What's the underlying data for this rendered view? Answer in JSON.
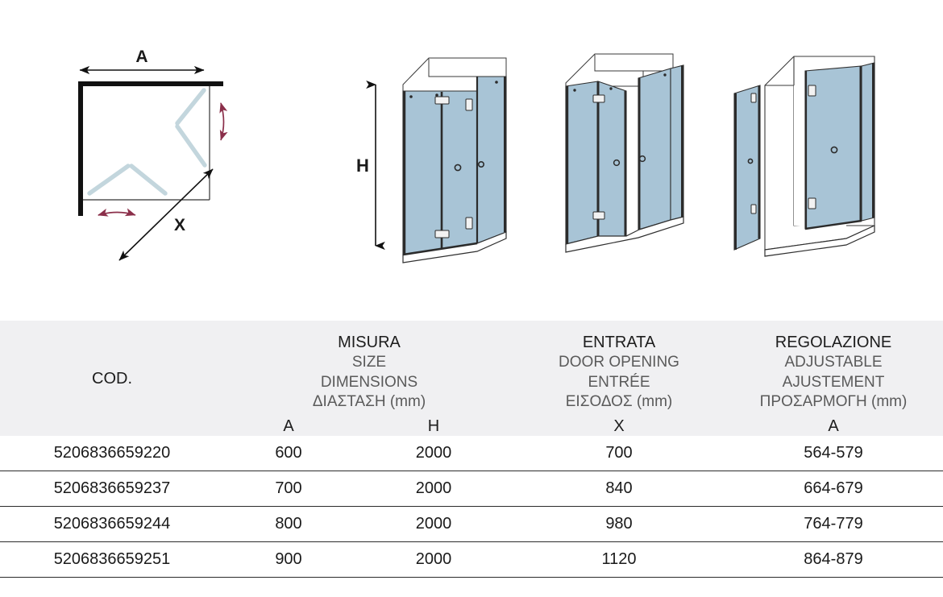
{
  "diagram": {
    "plan_view": {
      "name": "top-plan-view",
      "width_label": "A",
      "depth_label": "X",
      "wall_color": "#111111",
      "glass_color": "#c3d6dd",
      "swing_arrow_color": "#8b2f4a"
    },
    "iso_views": [
      {
        "name": "enclosure-doors-closed",
        "height_label": "H",
        "glass_color": "#a8c4d6",
        "frame_color": "#2b2b2b"
      },
      {
        "name": "enclosure-doors-partially-folded",
        "glass_color": "#a8c4d6",
        "frame_color": "#2b2b2b"
      },
      {
        "name": "enclosure-doors-fully-folded",
        "glass_color": "#a8c4d6",
        "frame_color": "#2b2b2b"
      }
    ]
  },
  "table": {
    "header": {
      "cod": "COD.",
      "size_group": {
        "lines": [
          "MISURA",
          "SIZE",
          "DIMENSIONS",
          "ΔΙΑΣΤΑΣΗ (mm)"
        ]
      },
      "entry_group": {
        "lines": [
          "ENTRATA",
          "DOOR OPENING",
          "ENTRÉE",
          "ΕΙΣΟΔΟΣ (mm)"
        ]
      },
      "adjust_group": {
        "lines": [
          "REGOLAZIONE",
          "ADJUSTABLE",
          "AJUSTEMENT",
          "ΠΡΟΣΑΡΜΟΓΗ (mm)"
        ]
      }
    },
    "symbols": {
      "a": "A",
      "h": "H",
      "x": "X",
      "reg": "A"
    },
    "rows": [
      {
        "code": "5206836659220",
        "a": "600",
        "h": "2000",
        "x": "700",
        "reg": "564-579"
      },
      {
        "code": "5206836659237",
        "a": "700",
        "h": "2000",
        "x": "840",
        "reg": "664-679"
      },
      {
        "code": "5206836659244",
        "a": "800",
        "h": "2000",
        "x": "980",
        "reg": "764-779"
      },
      {
        "code": "5206836659251",
        "a": "900",
        "h": "2000",
        "x": "1120",
        "reg": "864-879"
      }
    ]
  }
}
